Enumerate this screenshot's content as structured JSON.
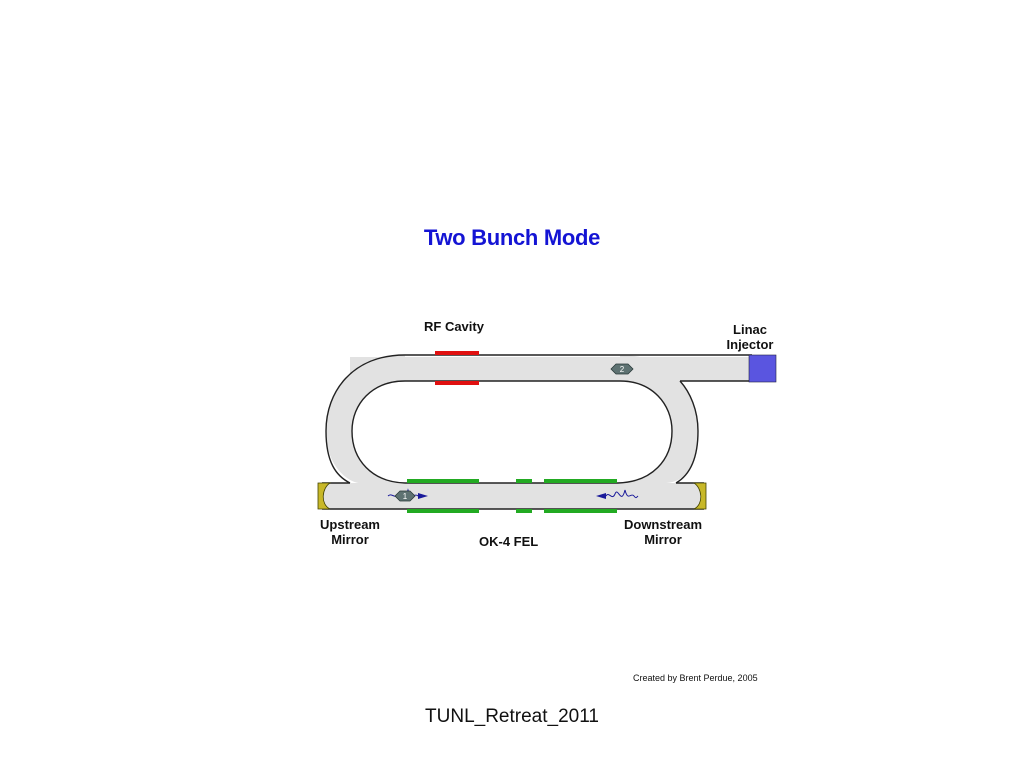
{
  "slide": {
    "title": "Two Bunch Mode",
    "footer": "TUNL_Retreat_2011",
    "credit": "Created by Brent Perdue, 2005"
  },
  "labels": {
    "rf_cavity": "RF Cavity",
    "linac_line1": "Linac",
    "linac_line2": "Injector",
    "upstream_line1": "Upstream",
    "upstream_line2": "Mirror",
    "downstream_line1": "Downstream",
    "downstream_line2": "Mirror",
    "fel": "OK-4 FEL"
  },
  "bunches": {
    "bunch_1": "1",
    "bunch_2": "2"
  },
  "colors": {
    "title": "#1414d4",
    "ring_fill": "#e2e2e2",
    "ring_stroke": "#222222",
    "rf_cavity": "#e01010",
    "wiggler": "#22aa22",
    "injector": "#5a55e0",
    "mirror": "#c8b828",
    "bunch": "#5e7272",
    "light_pulse": "#1a1a9a"
  }
}
